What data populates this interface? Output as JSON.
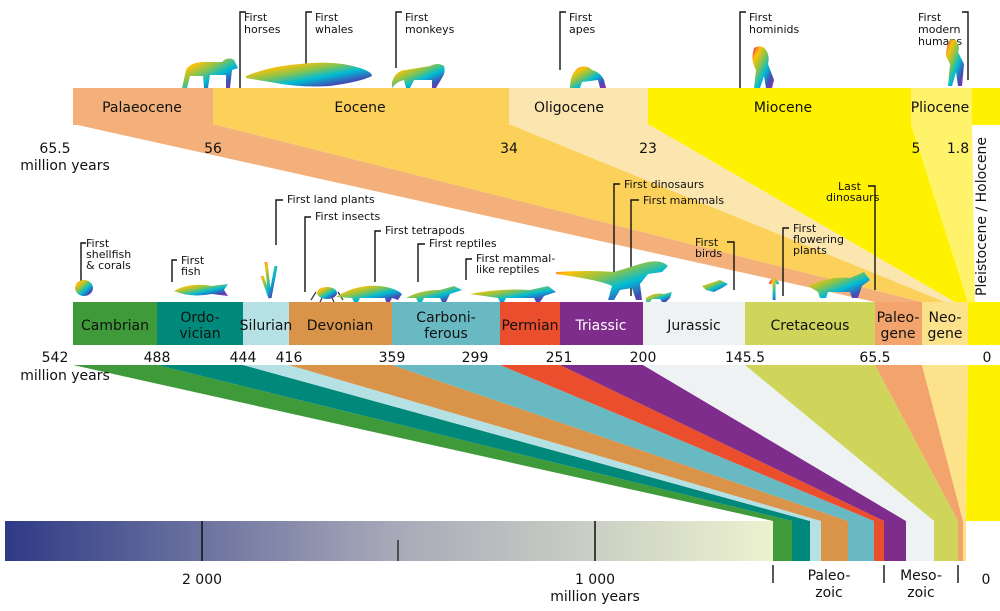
{
  "cenozoic": {
    "epochs": [
      {
        "name": "Palaeocene",
        "color": "#f3b07a"
      },
      {
        "name": "Eocene",
        "color": "#fcd15a"
      },
      {
        "name": "Oligocene",
        "color": "#fbe6b0"
      },
      {
        "name": "Miocene",
        "color": "#fff200"
      },
      {
        "name": "Pliocene",
        "color": "#fff36b"
      }
    ],
    "boundaries": [
      "65.5",
      "56",
      "34",
      "23",
      "5",
      "1.8"
    ],
    "unit": "million years",
    "vertical_label": "Pleistocene / Holocene",
    "events": [
      "First horses",
      "First whales",
      "First monkeys",
      "First apes",
      "First hominids",
      "First modern humans"
    ]
  },
  "phanerozoic": {
    "periods": [
      {
        "name": "Cambrian",
        "color": "#3f9a3a"
      },
      {
        "name": "Ordovician",
        "label1": "Ordo-",
        "label2": "vician",
        "color": "#00897b"
      },
      {
        "name": "Silurian",
        "color": "#b6e1e4"
      },
      {
        "name": "Devonian",
        "color": "#d9944a"
      },
      {
        "name": "Carboniferous",
        "label1": "Carboni-",
        "label2": "ferous",
        "color": "#69b9c2"
      },
      {
        "name": "Permian",
        "color": "#ea4e2c"
      },
      {
        "name": "Triassic",
        "color": "#7f2d8c"
      },
      {
        "name": "Jurassic",
        "color": "#eef2f2"
      },
      {
        "name": "Cretaceous",
        "color": "#cfd55a"
      },
      {
        "name": "Paleogene",
        "label1": "Paleo-",
        "label2": "gene",
        "color": "#f2a46c"
      },
      {
        "name": "Neogene",
        "label1": "Neo-",
        "label2": "gene",
        "color": "#fde28c"
      }
    ],
    "boundaries": [
      "542",
      "488",
      "444",
      "416",
      "359",
      "299",
      "251",
      "200",
      "145.5",
      "65.5",
      "0"
    ],
    "unit": "million years",
    "events": [
      "First shellfish & corals",
      "First fish",
      "First land plants",
      "First insects",
      "First tetrapods",
      "First reptiles",
      "First mammal-like reptiles",
      "First dinosaurs",
      "First mammals",
      "First birds",
      "First flowering plants",
      "Last dinosaurs"
    ]
  },
  "deep_time": {
    "ticks": [
      "2 000",
      "1 000",
      "0"
    ],
    "unit": "million years",
    "eras": [
      {
        "label1": "Paleo-",
        "label2": "zoic"
      },
      {
        "label1": "Meso-",
        "label2": "zoic"
      }
    ]
  }
}
